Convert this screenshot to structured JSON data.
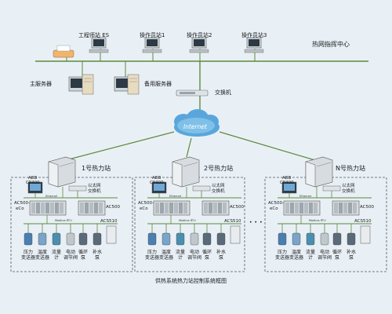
{
  "control_center": {
    "label": "热网指挥中心",
    "workstations": [
      {
        "label": "工程师站 ES",
        "icon": "workstation-icon"
      },
      {
        "label": "操作员站1",
        "icon": "workstation-icon"
      },
      {
        "label": "操作员站2",
        "icon": "workstation-icon"
      },
      {
        "label": "操作员站3",
        "icon": "workstation-icon"
      }
    ],
    "main_server": "主服务器",
    "backup_server": "备用服务器",
    "switch_label": "交换机",
    "internet_label": "Internet"
  },
  "stations": [
    {
      "title": "1号热力站",
      "panel_lines": [
        "ABB",
        "CP400"
      ],
      "switch_lines": [
        "以太网",
        "交换机"
      ],
      "ethernet": "Ethernet",
      "ac500_eco": [
        "AC500-",
        "eCo"
      ],
      "ac500": "AC500",
      "fieldbus": "Modbus RTU",
      "acs510": "ACS510",
      "devices": [
        [
          "压力",
          "变送器"
        ],
        [
          "温度",
          "变送器"
        ],
        [
          "流量",
          "计"
        ],
        [
          "电动",
          "调节阀"
        ],
        [
          "循环",
          "泵"
        ],
        [
          "补水",
          "泵"
        ]
      ]
    },
    {
      "title": "2号热力站",
      "panel_lines": [
        "ABB",
        "CP400"
      ],
      "switch_lines": [
        "以太网",
        "交换机"
      ],
      "ethernet": "Ethernet",
      "ac500_eco": [
        "AC500-",
        "eCo"
      ],
      "ac500": "AC500",
      "fieldbus": "Modbus RTU",
      "acs510": "ACS510",
      "devices": [
        [
          "压力",
          "变送器"
        ],
        [
          "温度",
          "变送器"
        ],
        [
          "流量",
          "计"
        ],
        [
          "电动",
          "调节阀"
        ],
        [
          "循环",
          "泵"
        ],
        [
          "补水",
          "泵"
        ]
      ]
    },
    {
      "title": "N号热力站",
      "panel_lines": [
        "ABB",
        "CP400"
      ],
      "switch_lines": [
        "以太网",
        "交换机"
      ],
      "ethernet": "Ethernet",
      "ac500_eco": [
        "AC500-",
        "eCo"
      ],
      "ac500": "AC500",
      "fieldbus": "Modbus RTU",
      "acs510": "ACS510",
      "devices": [
        [
          "压力",
          "变送器"
        ],
        [
          "温度",
          "变送器"
        ],
        [
          "流量",
          "计"
        ],
        [
          "电动",
          "调节阀"
        ],
        [
          "循环",
          "泵"
        ],
        [
          "补水",
          "泵"
        ]
      ]
    }
  ],
  "ellipsis": "· · ·",
  "caption": "供热系统热力站控制系统框图",
  "colors": {
    "background": "#e8f0f6",
    "line": "#5e8a3a",
    "cloud": "#5aa6dc",
    "dashed_box": "#555555"
  }
}
